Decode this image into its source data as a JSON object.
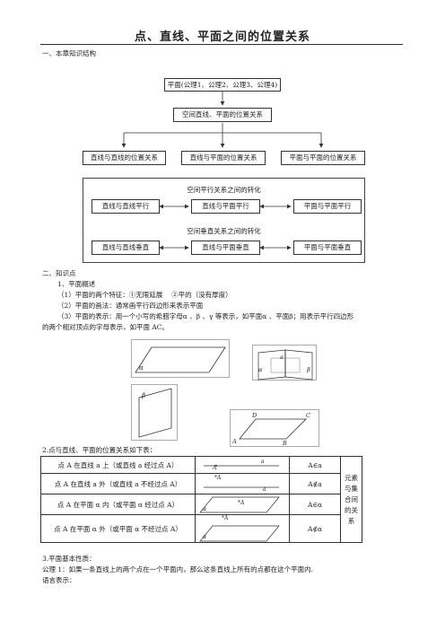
{
  "title": "点、直线、平面之间的位置关系",
  "section1": "一、本章知识结构",
  "diagram": {
    "root": "平面(公理1、公理2、公理3、公理4)",
    "middle": "空间直线、平面的位置关系",
    "leaves": [
      "直线与直线的位置关系",
      "直线与平面的位置关系",
      "平面与平面的位置关系"
    ],
    "parallel_title": "空间平行关系之间的转化",
    "parallel": [
      "直线与直线平行",
      "直线与平面平行",
      "平面与平面平行"
    ],
    "perp_title": "空间垂直关系之间的转化",
    "perp": [
      "直线与直线垂直",
      "直线与平面垂直",
      "平面与平面垂直"
    ]
  },
  "section2": "二、知识点",
  "point1": "1、平面概述",
  "line1": "（1）平面的两个特征：①无限延展 　②平的（没有厚度）",
  "line2": "（2）平面的画法：通常画平行四边形来表示平面",
  "line3a": "（3）平面的表示：用一个小写的希腊字母α 、β 、γ 等表示，如平面α 、平面β；用表示平行四边形",
  "line3b": "的两个相对顶点的字母表示，如平面 AC。",
  "figure_labels": {
    "alpha": "α",
    "beta": "β",
    "a": "a",
    "A": "A",
    "B": "B",
    "C": "C",
    "D": "D"
  },
  "point2": "2.点与直线、平面的位置关系如下表：",
  "table": {
    "rows": [
      {
        "desc": "点 A 在直线 a 上（或直线 a 经过点 A）",
        "symbol": "A∈a"
      },
      {
        "desc": "点 A 在直线 a 外（或直线 a 不经过点 A）",
        "symbol": "A∉a"
      },
      {
        "desc": "点 A 在平面 α 内（或平面 α 经过点 A）",
        "symbol": "A∈α"
      },
      {
        "desc": "点 A 在平面 α 外（或平面 α 不经过点 A）",
        "symbol": "A∉α"
      }
    ],
    "merged_note": "元素与集合间的关系",
    "fig_labels": {
      "A": "A",
      "a": "a",
      "alpha": "α",
      "dotA": "*A"
    }
  },
  "point3": "3.平面基本性质：",
  "axiom1": "公理 1：如果一条直线上的两个点在一个平面内，那么这条直线上所有的点都在这个平面内.",
  "lang": "语言表示："
}
